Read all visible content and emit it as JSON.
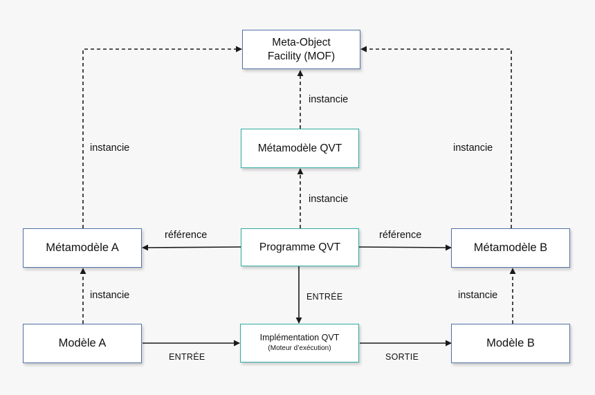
{
  "nodes": {
    "mof": "Meta-Object Facility (MOF)",
    "metamodel_qvt": "Métamodèle QVT",
    "program_qvt": "Programme QVT",
    "metamodel_a": "Métamodèle A",
    "metamodel_b": "Métamodèle B",
    "model_a": "Modèle A",
    "model_b": "Modèle B",
    "impl_qvt": "Implémentation QVT",
    "impl_qvt_sub": "(Moteur d’exécution)"
  },
  "edge_labels": {
    "instancie": "instancie",
    "reference": "référence",
    "entree": "ENTRÉE",
    "sortie": "SORTIE"
  },
  "colors": {
    "blue_border": "#4f71a6",
    "teal_border": "#2eaaa0",
    "arrow": "#1a1a1a"
  }
}
